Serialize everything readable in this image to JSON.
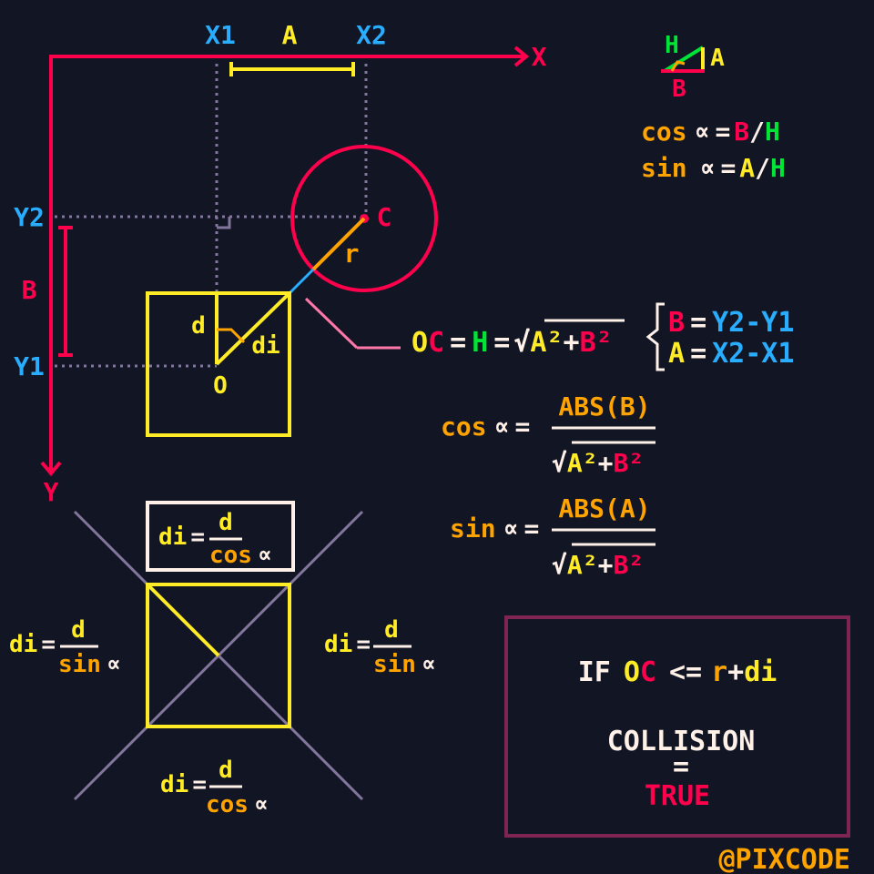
{
  "colors": {
    "background": "#111524",
    "red": "#ff004d",
    "yellow": "#ffec27",
    "orange": "#ffa300",
    "blue": "#29adff",
    "green": "#00e436",
    "white": "#fff1e8",
    "gray": "#83769c",
    "pink": "#ff77a8",
    "maroon": "#7e2553"
  },
  "axes": {
    "x_label": "X",
    "y_label": "Y",
    "x1_label": "X1",
    "x2_label": "X2",
    "y1_label": "Y1",
    "y2_label": "Y2",
    "a_label": "A",
    "b_label": "B"
  },
  "points": {
    "c_label": "C",
    "o_label": "O",
    "r_label": "r",
    "d_label": "d",
    "di_label": "di"
  },
  "legend": {
    "h": "H",
    "a": "A",
    "b": "B"
  },
  "formulas": {
    "cos": "cos",
    "sin": "sin",
    "alpha": "∝",
    "eq": "=",
    "slash": "/",
    "oc_o": "O",
    "oc_c": "C",
    "h": "H",
    "sqrt": "√",
    "a2": "A²",
    "plus": "+",
    "b2": "B²",
    "b": "B",
    "a": "A",
    "b_rhs": "Y2-Y1",
    "a_rhs": "X2-X1",
    "abs_b": "ABS(B)",
    "abs_a": "ABS(A)",
    "d": "d",
    "di": "di"
  },
  "condition": {
    "if": "IF",
    "oc_o": "O",
    "oc_c": "C",
    "le": "<=",
    "r": "r",
    "plus": "+",
    "di": "di",
    "collision": "COLLISION",
    "eq": "=",
    "result": "TRUE"
  },
  "credit": "@PIXCODE"
}
